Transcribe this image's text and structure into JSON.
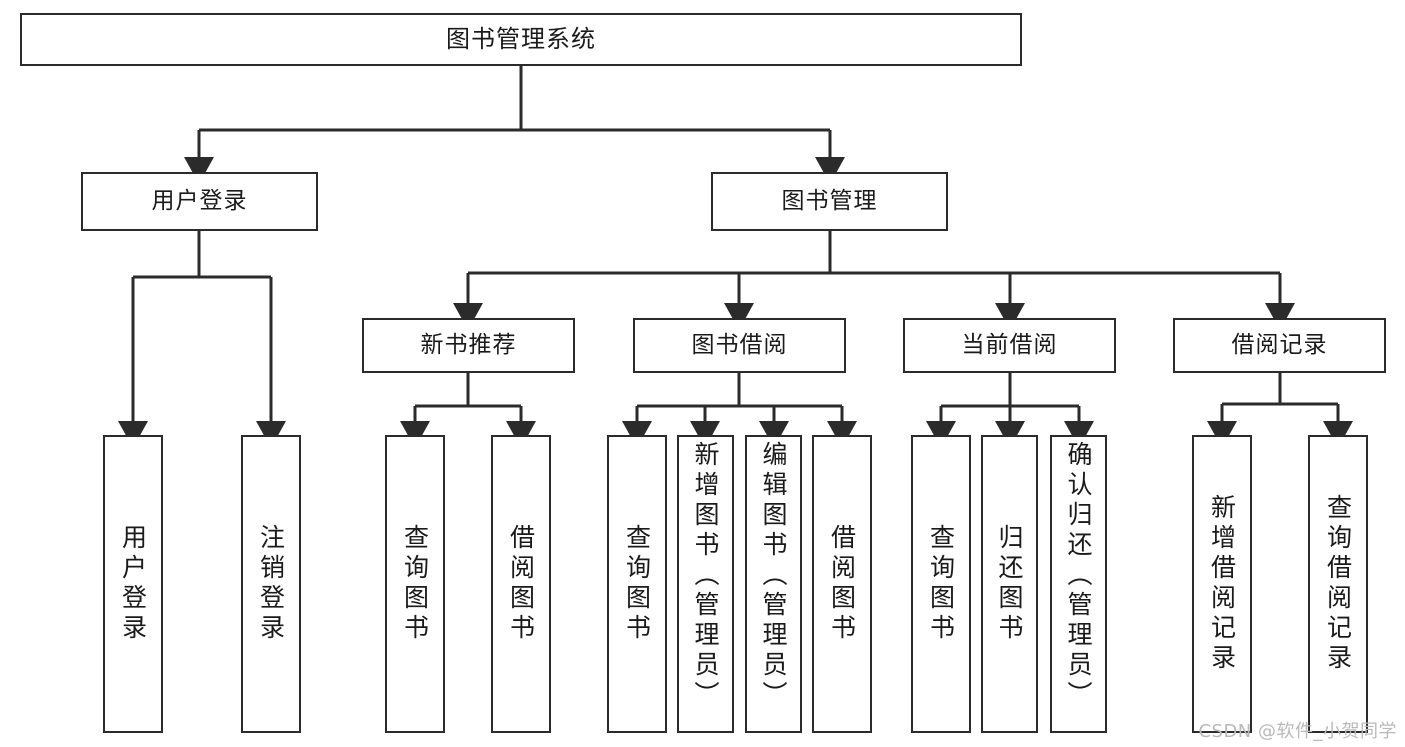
{
  "diagram": {
    "title": "图书管理系统",
    "watermark": "CSDN @软件_小贺同学",
    "theme": {
      "background": "#ffffff",
      "box_border": "#2b2b2b",
      "box_fill": "#ffffff",
      "connector": "#2b2b2b",
      "text": "#1a1a1a",
      "watermark_color": "#b9b9b9"
    },
    "root": {
      "label": "图书管理系统"
    },
    "level2": [
      {
        "id": "user-login",
        "label": "用户登录"
      },
      {
        "id": "book-manage",
        "label": "图书管理"
      }
    ],
    "level3": [
      {
        "id": "new-book-recommend",
        "label": "新书推荐"
      },
      {
        "id": "book-borrow",
        "label": "图书借阅"
      },
      {
        "id": "current-borrow",
        "label": "当前借阅"
      },
      {
        "id": "borrow-record",
        "label": "借阅记录"
      }
    ],
    "leaves": [
      {
        "id": "leaf-user-login",
        "label": "用户登录",
        "parent": "user-login"
      },
      {
        "id": "leaf-user-logout",
        "label": "注销登录",
        "parent": "user-login"
      },
      {
        "id": "leaf-query-book-1",
        "label": "查询图书",
        "parent": "new-book-recommend"
      },
      {
        "id": "leaf-borrow-book-1",
        "label": "借阅图书",
        "parent": "new-book-recommend"
      },
      {
        "id": "leaf-query-book-2",
        "label": "查询图书",
        "parent": "book-borrow"
      },
      {
        "id": "leaf-add-book",
        "label": "新增图书（管理员）",
        "parent": "book-borrow"
      },
      {
        "id": "leaf-edit-book",
        "label": "编辑图书（管理员）",
        "parent": "book-borrow"
      },
      {
        "id": "leaf-borrow-book-2",
        "label": "借阅图书",
        "parent": "book-borrow"
      },
      {
        "id": "leaf-query-book-3",
        "label": "查询图书",
        "parent": "current-borrow"
      },
      {
        "id": "leaf-return-book",
        "label": "归还图书",
        "parent": "current-borrow"
      },
      {
        "id": "leaf-confirm-return",
        "label": "确认归还（管理员）",
        "parent": "current-borrow"
      },
      {
        "id": "leaf-add-record",
        "label": "新增借阅记录",
        "parent": "borrow-record"
      },
      {
        "id": "leaf-query-record",
        "label": "查询借阅记录",
        "parent": "borrow-record"
      }
    ]
  }
}
